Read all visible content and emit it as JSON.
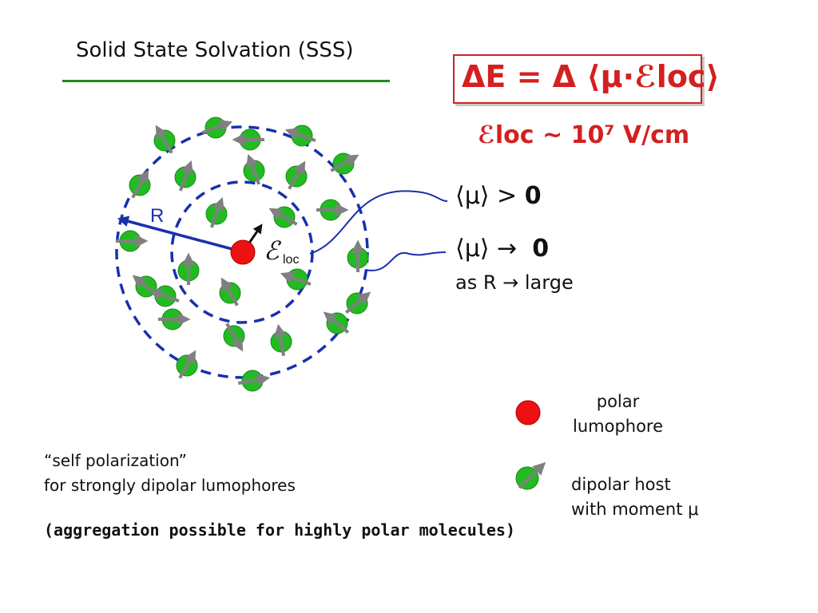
{
  "title": "Solid State Solvation (SSS)",
  "formula": "ΔE = Δ ⟨μ·ℰloc⟩",
  "field_magnitude": "ℰloc ~ 10⁷ V/cm",
  "mu_positive": {
    "lhs": "⟨μ⟩ >",
    "rhs": "0"
  },
  "mu_zero": {
    "lhs": "⟨μ⟩ →",
    "rhs": "0"
  },
  "mu_condition": "as R →  large",
  "diagram": {
    "radius_label": "R",
    "field_label": "ℰ",
    "field_sub": "loc",
    "colors": {
      "shell": "#1a2fae",
      "lumophore": "#ee1111",
      "host": "#22bb22",
      "arrow": "#808080"
    }
  },
  "legend": {
    "lumophore_line1": "polar",
    "lumophore_line2": "lumophore",
    "host_line1": "dipolar host",
    "host_line2": "with moment μ"
  },
  "notes": {
    "quote": "“self polarization”",
    "line": "for strongly dipolar lumophores",
    "bold": "(aggregation possible for highly polar molecules)"
  }
}
